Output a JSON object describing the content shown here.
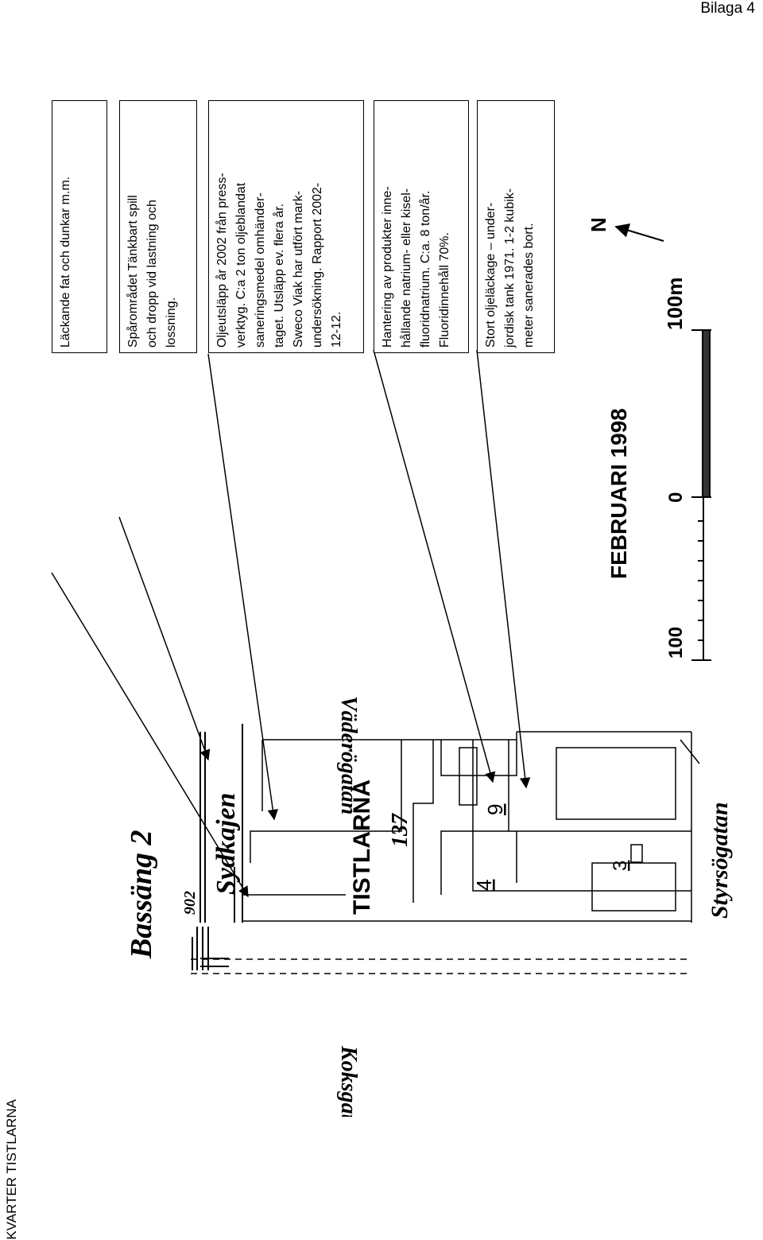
{
  "header": {
    "bilaga": "Bilaga 4"
  },
  "doc_title": "KVARTER TISTLARNA",
  "callouts": [
    {
      "lines": [
        "Läckande fat och dunkar m.m."
      ]
    },
    {
      "lines": [
        "Spårområdet Tänkbart spill",
        "och dropp vid lastning och",
        "lossning."
      ]
    },
    {
      "lines": [
        "Oljeutsläpp år 2002 från press-",
        "verktyg. C:a 2 ton oljeblandat",
        "saneringsmedel omhänder-",
        "taget. Utsläpp ev. flera år.",
        "Sweco Viak har utfört mark-",
        "undersökning. Rapport 2002-",
        "12-12."
      ]
    },
    {
      "lines": [
        "Hantering av produkter inne-",
        "hållande natrium- eller kisel-",
        "fluoridnatrium. C:a. 8 ton/år.",
        "Fluoridinnehåll 70%."
      ]
    },
    {
      "lines": [
        "Stort oljeläckage – under-",
        "jordisk tank 1971. 1-2 kubik-",
        "meter sanerades bort."
      ]
    }
  ],
  "map": {
    "labels": {
      "bassang": "Bassäng 2",
      "num902": "902",
      "sydkajen": "Sydkajen",
      "tistlarna": "TISTLARNA",
      "num137": "137",
      "vaderogatan": "Väderögatan",
      "koksgatan": "Koksgatan",
      "styrsogatan": "Styrsögatan",
      "plot4": "4",
      "plot3": "3",
      "plot9": "9"
    },
    "date": "FEBRUARI 1998",
    "scale": {
      "left": "100",
      "mid": "0",
      "right": "100m"
    },
    "north": "N"
  }
}
